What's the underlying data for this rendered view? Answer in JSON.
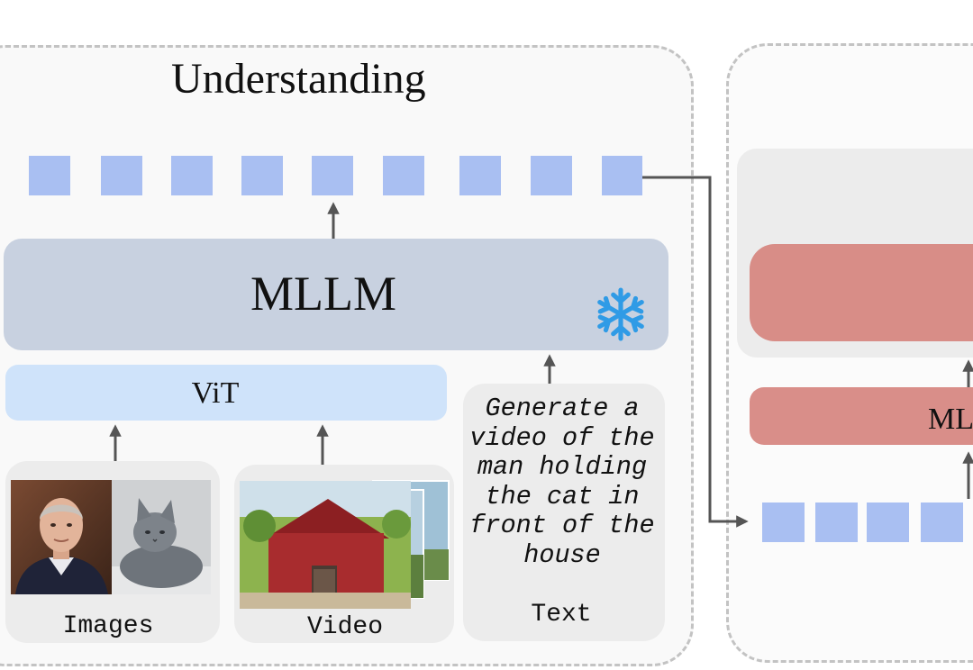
{
  "understanding": {
    "title": "Understanding",
    "mllm_label": "MLLM",
    "vit_label": "ViT",
    "frozen_icon": "snowflake-icon",
    "token_color": "#a9bff2",
    "inputs": {
      "images_caption": "Images",
      "video_caption": "Video",
      "text_caption": "Text",
      "prompt_lines": [
        "Generate a",
        "video of the",
        "man holding",
        "the cat in",
        "front of the",
        "house"
      ]
    }
  },
  "generation": {
    "partial_label": "ML",
    "block_color": "#d88d87"
  }
}
